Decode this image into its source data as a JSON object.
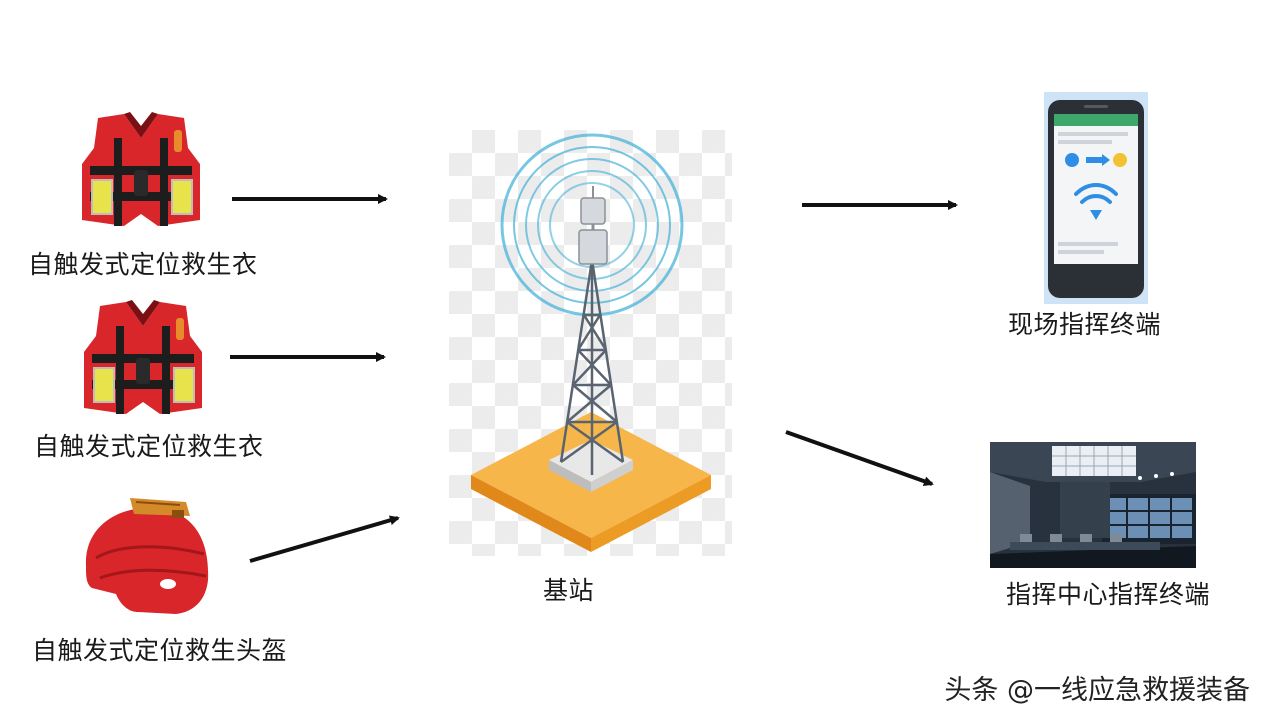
{
  "devices": [
    {
      "label": "自触发式定位救生衣",
      "icon": "life-jacket-icon"
    },
    {
      "label": "自触发式定位救生衣",
      "icon": "life-jacket-icon"
    },
    {
      "label": "自触发式定位救生头盔",
      "icon": "rescue-helmet-icon"
    }
  ],
  "base_station": {
    "label": "基站",
    "icon": "cell-tower-icon"
  },
  "terminals": [
    {
      "label": "现场指挥终端",
      "icon": "smartphone-icon"
    },
    {
      "label": "指挥中心指挥终端",
      "icon": "command-center-photo"
    }
  ],
  "watermark": "头条 @一线应急救援装备",
  "colors": {
    "jacket_red": "#d8262a",
    "reflective_yellow": "#e8e34a",
    "signal_ring": "#4ab3d9",
    "platform_orange": "#f4a623",
    "phone_green": "#3ea86b"
  }
}
